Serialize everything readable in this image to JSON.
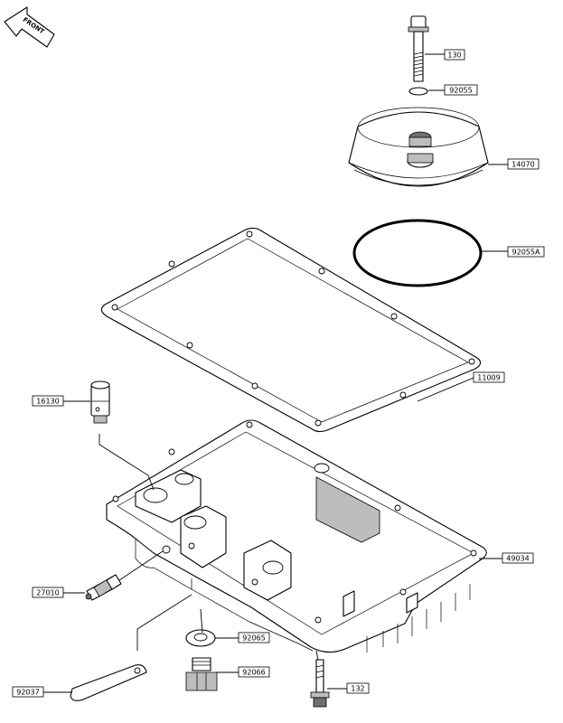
{
  "front_badge": {
    "text": "FRONT"
  },
  "callouts": [
    {
      "id": "bolt-top",
      "number": "130"
    },
    {
      "id": "oring-top",
      "number": "92055"
    },
    {
      "id": "cover",
      "number": "14070"
    },
    {
      "id": "oring-large",
      "number": "92055A"
    },
    {
      "id": "gasket",
      "number": "11009"
    },
    {
      "id": "fitting",
      "number": "16130"
    },
    {
      "id": "oil-pan",
      "number": "49034"
    },
    {
      "id": "switch",
      "number": "27010"
    },
    {
      "id": "washer",
      "number": "92065"
    },
    {
      "id": "plug",
      "number": "92066"
    },
    {
      "id": "bolt-bottom",
      "number": "132"
    },
    {
      "id": "baffle-plate",
      "number": "92037"
    }
  ]
}
